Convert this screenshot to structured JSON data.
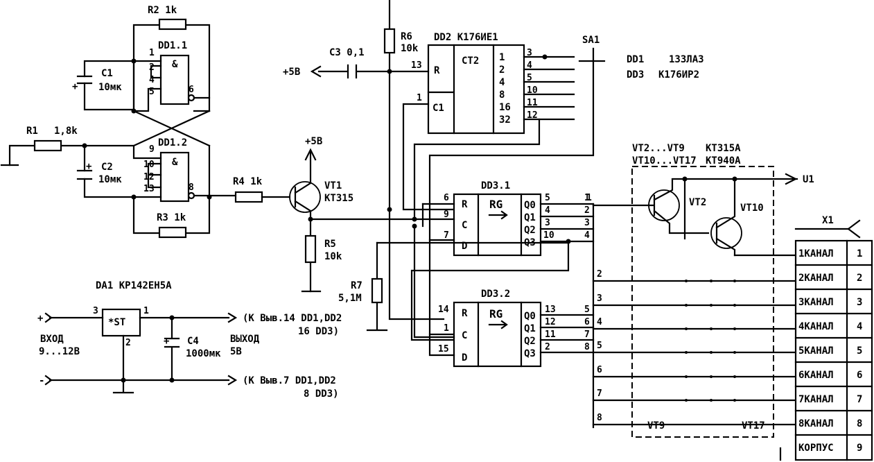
{
  "labels": {
    "r2": "R2  1k",
    "dd11": "DD1.1",
    "c1": "C1",
    "c1v": "10мк",
    "r1": "R1",
    "r1v": "1,8k",
    "c2": "C2",
    "c2v": "10мк",
    "dd12": "DD1.2",
    "r3": "R3  1k",
    "r4": "R4  1k",
    "vt1": "VT1",
    "vt1t": "KT315",
    "r5": "R5",
    "r5v": "10k",
    "r6": "R6",
    "r6v": "10k",
    "c3": "C3  0,1",
    "plus5_left": "+5В",
    "plus5_vt1": "+5В",
    "dd2": "DD2  K176ИE1",
    "ct2": "CT2",
    "r_pin": "R",
    "c1_pin": "C1",
    "sa1": "SA1",
    "legend1a": "DD1",
    "legend1b": "133ЛА3",
    "legend2a": "DD3",
    "legend2b": "K176ИР2",
    "vt_range1": "VT2...VT9",
    "vt_type1": "KT315A",
    "vt_range2": "VT10...VT17",
    "vt_type2": "KT940A",
    "vt2": "VT2",
    "vt10": "VT10",
    "u1": "U1",
    "dd31": "DD3.1",
    "dd32": "DD3.2",
    "rg": "RG",
    "r": "R",
    "c": "C",
    "d": "D",
    "q0": "Q0",
    "q1": "Q1",
    "q2": "Q2",
    "q3": "Q3",
    "r7": "R7",
    "r7v": "5,1M",
    "da1": "DA1  KP142EH5A",
    "st": "*ST",
    "c4": "C4",
    "c4v": "1000мк",
    "vhod": "ВХОД",
    "vhod_v": "9...12В",
    "vyhod": "ВЫХОД",
    "vyhod_v": "5В",
    "note1a": "(K Выв.14  DD1,DD2",
    "note1b": "16  DD3)",
    "note2a": "(K Выв.7  DD1,DD2",
    "note2b": "8  DD3)",
    "x1": "X1",
    "vt9": "VT9",
    "vt17": "VT17",
    "plus": "+",
    "minus": "-",
    "amp": "&"
  },
  "dd2_outputs": [
    "1",
    "2",
    "4",
    "8",
    "16",
    "32"
  ],
  "dd2_pins": [
    "3",
    "4",
    "5",
    "10",
    "11",
    "12"
  ],
  "connector": [
    {
      "label": "1КАНАЛ",
      "num": "1"
    },
    {
      "label": "2КАНАЛ",
      "num": "2"
    },
    {
      "label": "3КАНАЛ",
      "num": "3"
    },
    {
      "label": "4КАНАЛ",
      "num": "4"
    },
    {
      "label": "5КАНАЛ",
      "num": "5"
    },
    {
      "label": "6КАНАЛ",
      "num": "6"
    },
    {
      "label": "7КАНАЛ",
      "num": "7"
    },
    {
      "label": "8КАНАЛ",
      "num": "8"
    },
    {
      "label": "КОРПУС",
      "num": "9"
    }
  ],
  "bus_numbers": [
    "1",
    "2",
    "3",
    "4",
    "5",
    "6",
    "7",
    "8"
  ],
  "pins": {
    "dd11": [
      "1",
      "2",
      "4",
      "5",
      "6"
    ],
    "dd12": [
      "9",
      "10",
      "12",
      "13",
      "8"
    ],
    "dd31_in": [
      "6",
      "9",
      "7"
    ],
    "dd31_out": [
      "5",
      "4",
      "3",
      "10"
    ],
    "dd32_in": [
      "14",
      "1",
      "15"
    ],
    "dd32_out": [
      "13",
      "12",
      "11",
      "2"
    ],
    "dd32_bus": [
      "5",
      "6",
      "7",
      "8"
    ],
    "dd31_bus": [
      "1",
      "2",
      "3",
      "4"
    ],
    "r_pin13": "13",
    "c1_pin1": "1",
    "da1": [
      "3",
      "1",
      "2"
    ]
  }
}
